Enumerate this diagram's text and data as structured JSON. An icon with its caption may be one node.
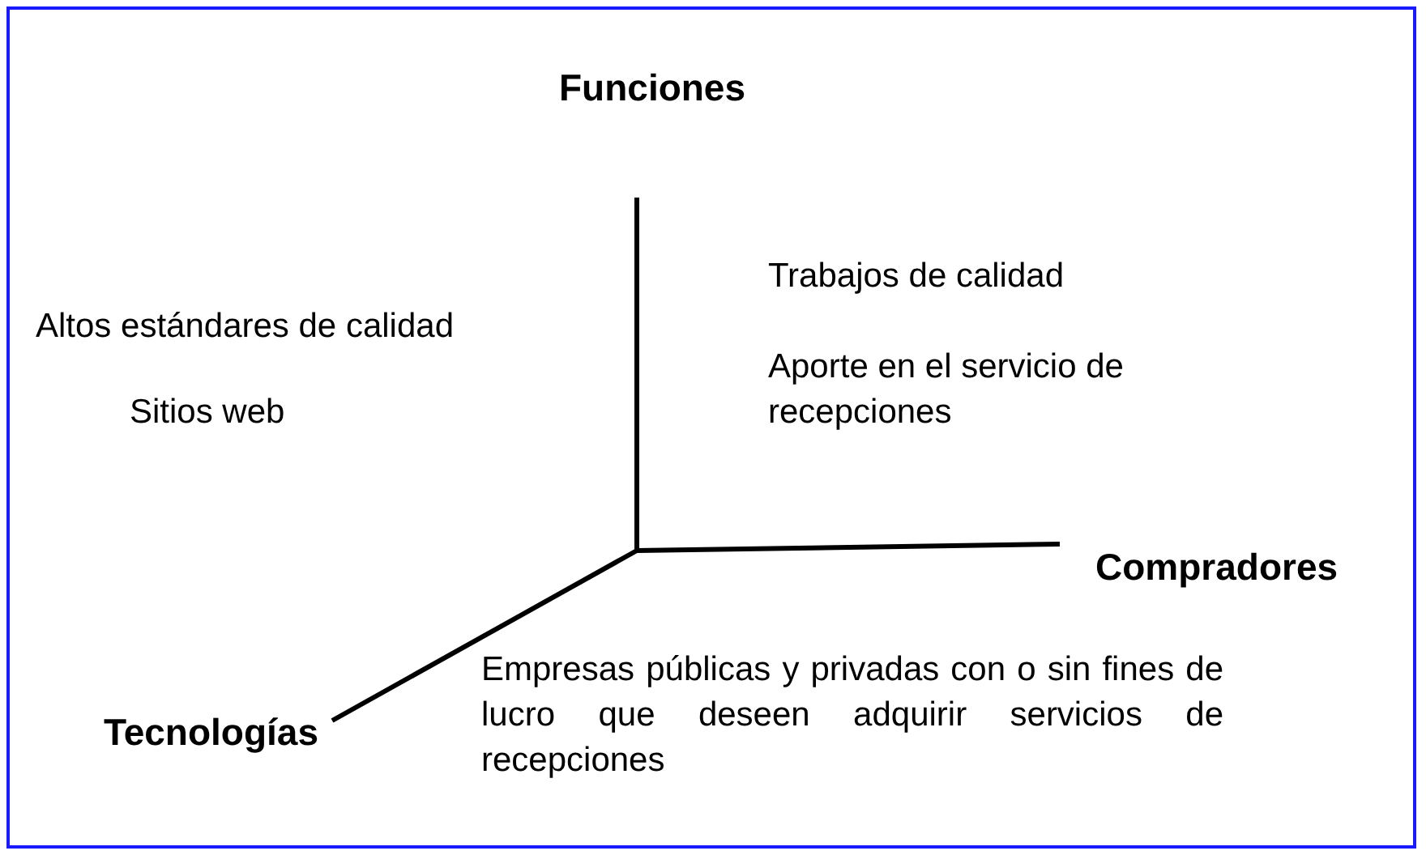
{
  "diagram": {
    "labels": [
      "Funciones",
      "Trabajos de calidad",
      "Altos estándares de calidad",
      "Aporte en el servicio de recepciones",
      "Sitios web",
      "Compradores",
      "Empresas públicas y privadas con o sin fines de lucro que deseen adquirir servicios de recepciones",
      "Tecnologías"
    ]
  }
}
